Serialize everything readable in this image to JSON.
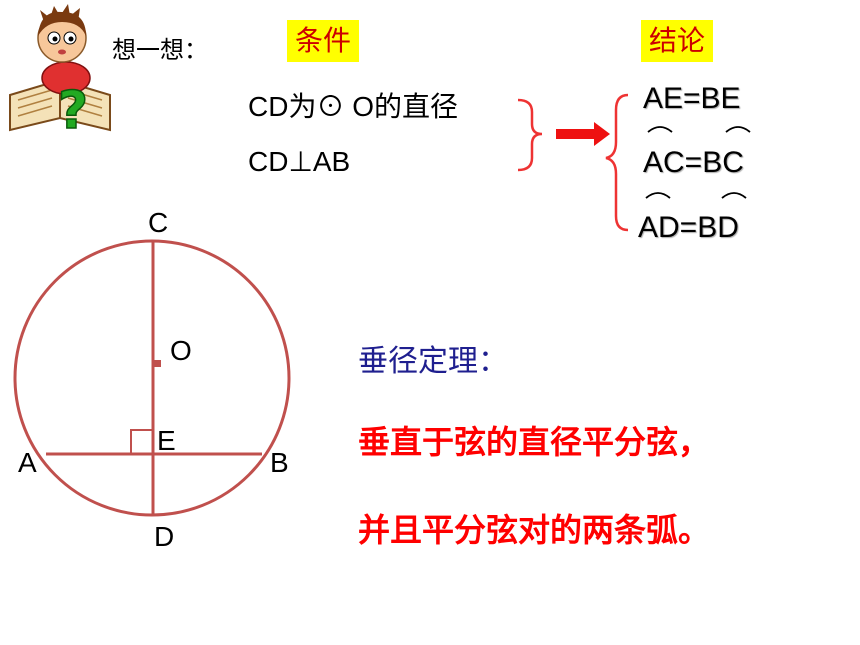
{
  "header": {
    "think_label": "想一想：",
    "condition_tag": "条件",
    "conclusion_tag": "结论"
  },
  "conditions": [
    "CD为⊙ O的直径",
    "CD⊥AB"
  ],
  "conclusions": [
    "AE=BE",
    "AC=BC",
    "AD=BD"
  ],
  "diagram": {
    "point_labels": {
      "C": "C",
      "O": "O",
      "E": "E",
      "A": "A",
      "B": "B",
      "D": "D"
    }
  },
  "theorem": {
    "title": "垂径定理：",
    "line1": "垂直于弦的直径平分弦，",
    "line2": "并且平分弦对的两条弧。"
  },
  "colors": {
    "circle": "#c0504d",
    "tag_bg": "#ffff00",
    "tag_text": "#cc0000",
    "theorem_text": "#ff0000",
    "theorem_title": "#1f1f8f",
    "arrow": "#ee1111"
  }
}
